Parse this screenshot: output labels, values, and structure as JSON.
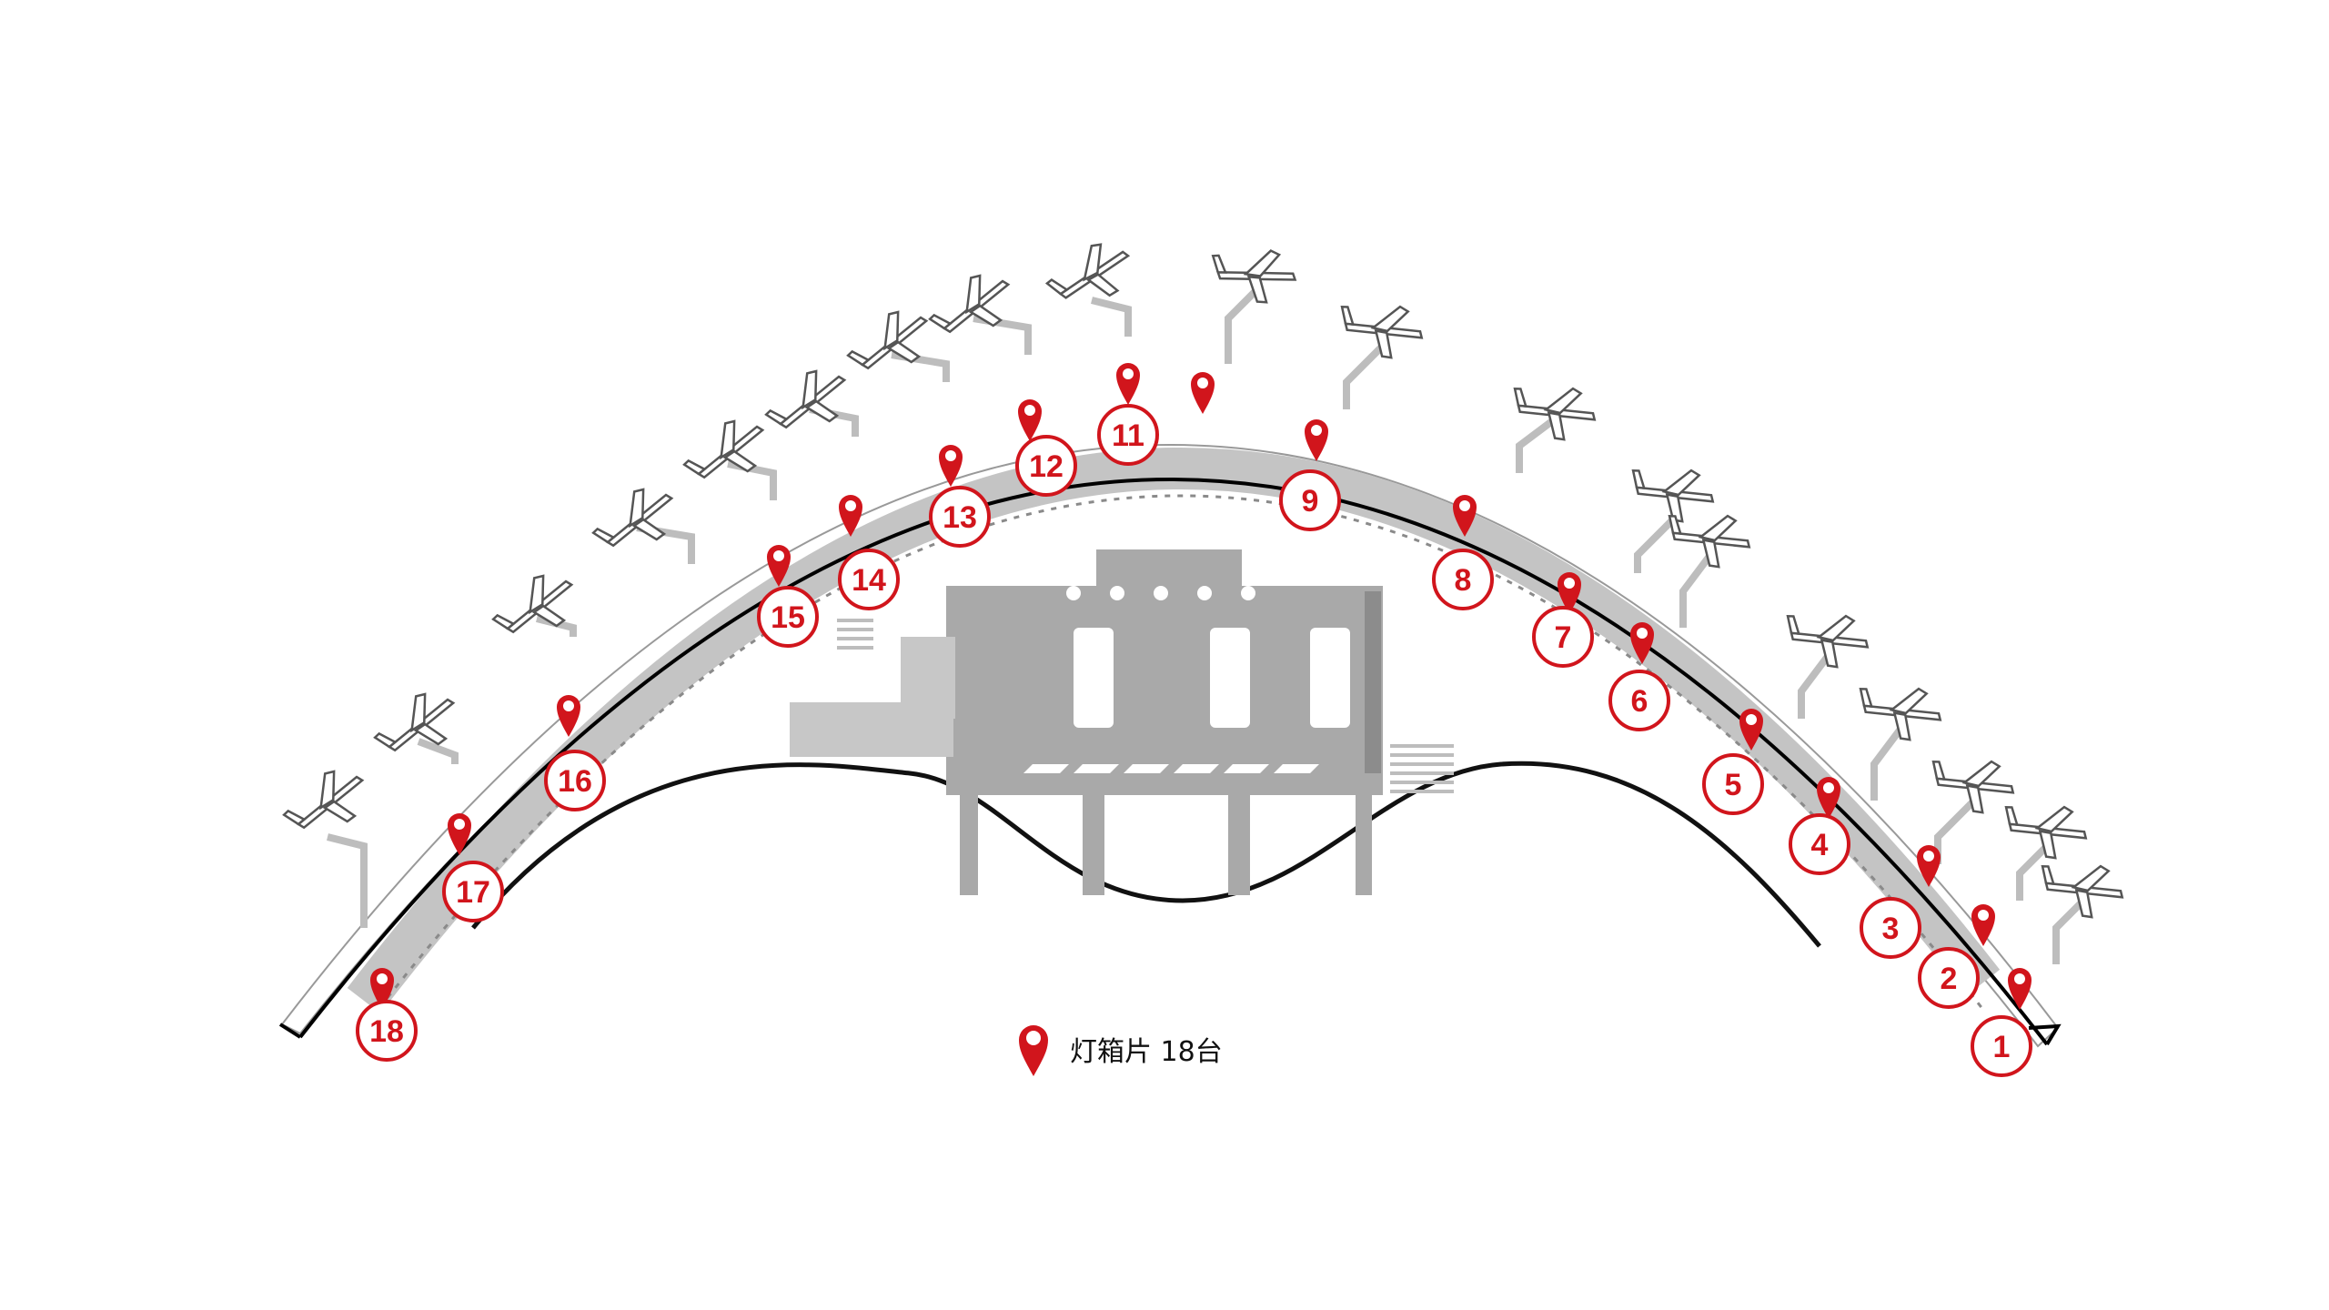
{
  "legend": {
    "label": "灯箱片 18台",
    "icon": "map-pin-icon"
  },
  "colors": {
    "marker": "#d1151c",
    "terminal": "#bdbdbd",
    "building": "#a9a9a9",
    "outline": "#000000"
  },
  "markers": [
    {
      "id": 1,
      "label": "1"
    },
    {
      "id": 2,
      "label": "2"
    },
    {
      "id": 3,
      "label": "3"
    },
    {
      "id": 4,
      "label": "4"
    },
    {
      "id": 5,
      "label": "5"
    },
    {
      "id": 6,
      "label": "6"
    },
    {
      "id": 7,
      "label": "7"
    },
    {
      "id": 8,
      "label": "8"
    },
    {
      "id": 9,
      "label": "9"
    },
    {
      "id": 10,
      "label": ""
    },
    {
      "id": 11,
      "label": "11"
    },
    {
      "id": 12,
      "label": "12"
    },
    {
      "id": 13,
      "label": "13"
    },
    {
      "id": 14,
      "label": "14"
    },
    {
      "id": 15,
      "label": "15"
    },
    {
      "id": 16,
      "label": "16"
    },
    {
      "id": 17,
      "label": "17"
    },
    {
      "id": 18,
      "label": "18"
    }
  ]
}
